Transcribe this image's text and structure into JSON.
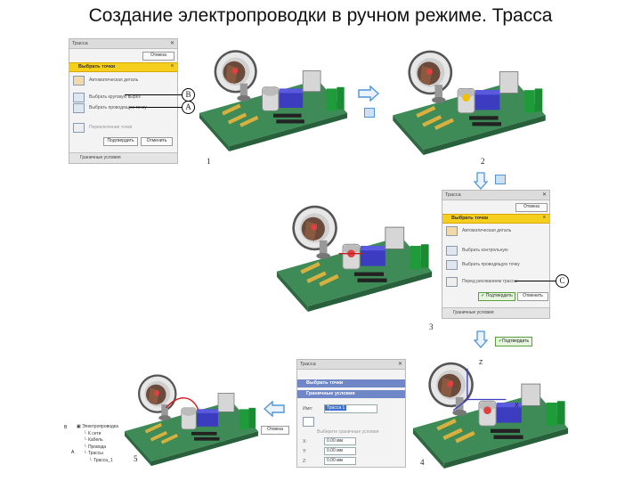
{
  "title": "Создание электропроводки в ручном режиме. Трасса",
  "panel1": {
    "header": "Трасса",
    "cancel": "Отмена",
    "section": "Выбрать точки",
    "rows": [
      "Автоматическая деталь",
      "Выбрать круговую вырез",
      "Выбрать проводящую точку",
      "Переключение точки"
    ],
    "btn_confirm": "Подтвердить",
    "btn_cancel": "Отменить",
    "footer": "Граничные условия"
  },
  "panel2": {
    "header": "Трасса",
    "cancel": "Отмена",
    "section": "Выбрать точки",
    "rows": [
      "Автоматическая деталь",
      "Выбрать контрольную",
      "Выбрать проводящую точку",
      "Перед рисованием трассы"
    ],
    "btn_confirm": "Подтвердить",
    "btn_cancel": "Отменить",
    "footer": "Граничные условия"
  },
  "panel3": {
    "header": "Трасса",
    "section1": "Выбрать точки",
    "section2": "Граничные условия",
    "name_label": "Имя:",
    "name_value": "Трасса 1",
    "desc": "Выберите граничные условия",
    "x_label": "X:",
    "y_label": "Y:",
    "z_label": "Z:",
    "x_value": "0.00 мм",
    "y_value": "0.00 мм",
    "z_value": "0.00 мм"
  },
  "callouts": {
    "b": "B",
    "a": "A",
    "c": "C"
  },
  "step_labels": {
    "s1": "1",
    "s2": "2",
    "s3": "3",
    "s4": "4",
    "s5": "5"
  },
  "confirm_badge": "Подтвердить",
  "small_btn": "Отмена",
  "axes": {
    "z": "Z",
    "x": "X"
  },
  "tree": {
    "items": [
      "Электропроводка",
      "К сети",
      "Кабель",
      "Провода",
      "Трассы",
      "Трасса_1"
    ],
    "left_marks": [
      "В",
      "А"
    ]
  },
  "colors": {
    "board": "#3f8b58",
    "connector_blue": "#3c3cc0",
    "brass": "#d8b040",
    "yellow_bar": "#f6cf1e",
    "arrow_blue": "#4f95d8"
  }
}
